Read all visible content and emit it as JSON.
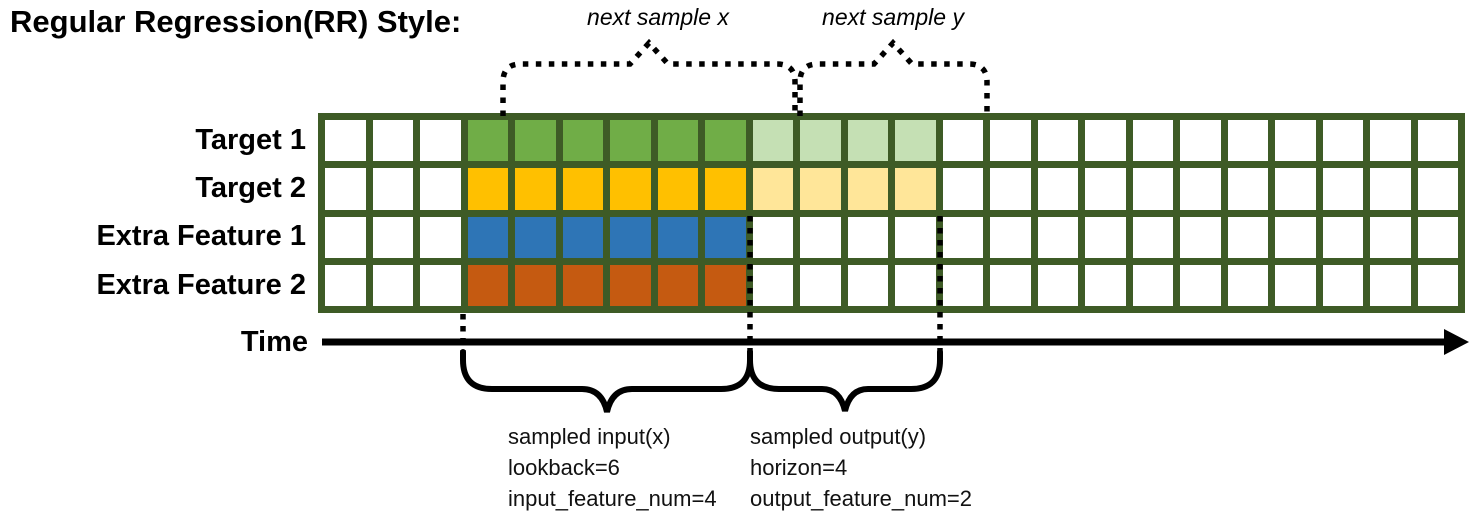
{
  "title": "Regular Regression(RR) Style:",
  "top_braces": [
    {
      "label": "next sample x"
    },
    {
      "label": "next sample y"
    }
  ],
  "rows": [
    {
      "label": "Target 1",
      "input_fill": "#70AD47",
      "output_fill": "#C5E0B4"
    },
    {
      "label": "Target 2",
      "input_fill": "#FFC000",
      "output_fill": "#FFE699"
    },
    {
      "label": "Extra Feature 1",
      "input_fill": "#2E75B6",
      "output_fill": null
    },
    {
      "label": "Extra Feature 2",
      "input_fill": "#C55A11",
      "output_fill": null
    }
  ],
  "grid": {
    "columns": 24,
    "lead_in_cols": 3,
    "input_cols": 6,
    "output_cols": 4,
    "border_color": "#3E5B26",
    "cell_color": "#FFFFFF"
  },
  "time_axis": {
    "label": "Time",
    "color": "#000000"
  },
  "annotations": {
    "input": {
      "lines": [
        "sampled input(x)",
        "lookback=6",
        "input_feature_num=4"
      ]
    },
    "output": {
      "lines": [
        "sampled output(y)",
        "horizon=4",
        "output_feature_num=2"
      ]
    }
  }
}
